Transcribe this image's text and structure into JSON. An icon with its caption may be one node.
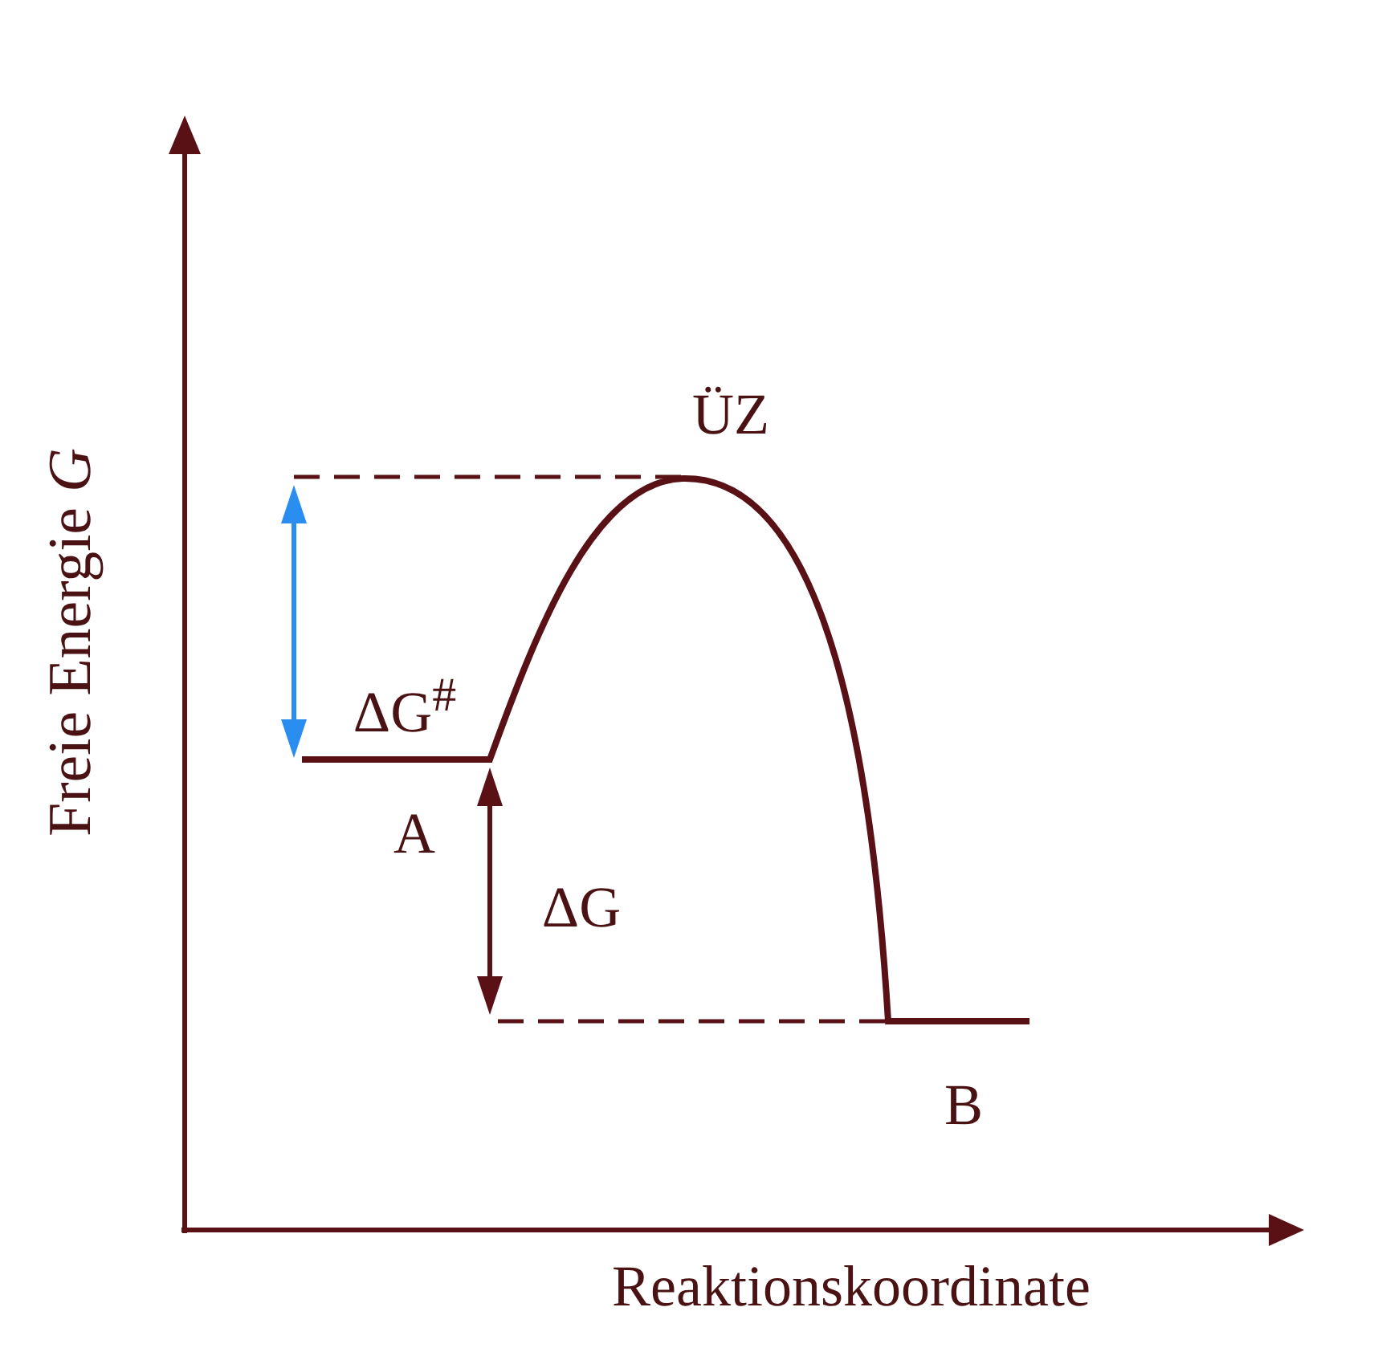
{
  "diagram": {
    "labels": [
      "Freie Energie *G*",
      "ÜZ",
      "ΔG$^{#}$",
      "A",
      "ΔG",
      "B",
      "Reaktionskoordinate"
    ]
  }
}
